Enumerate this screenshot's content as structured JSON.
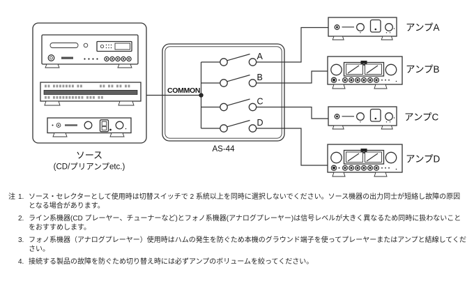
{
  "diagram": {
    "source": {
      "label_line1": "ソース",
      "label_line2": "(CD/プリアンプetc.)"
    },
    "switcher": {
      "name": "AS-44",
      "common_label": "COMMON",
      "channels": [
        {
          "label": "A"
        },
        {
          "label": "B"
        },
        {
          "label": "C"
        },
        {
          "label": "D"
        }
      ]
    },
    "amps": [
      {
        "label": "アンプA"
      },
      {
        "label": "アンプB"
      },
      {
        "label": "アンプC"
      },
      {
        "label": "アンプD"
      }
    ]
  },
  "notes": {
    "prefix": "注",
    "items": [
      {
        "number": "1.",
        "text": "ソース・セレクターとして使用時は切替スイッチで 2 系統以上を同時に選択しないでください。ソース機器の出力同士が短絡し故障の原因となる場合があります。"
      },
      {
        "number": "2.",
        "text": "ライン系機器(CD プレーヤー、チューナーなど)とフォノ系機器(アナログプレーヤー)は信号レベルが大きく異なるため同時に扱わないことをおすすめします。"
      },
      {
        "number": "3.",
        "text": "フォノ系機器（アナログプレーヤー）使用時はハムの発生を防ぐため本機のグラウンド端子を使ってプレーヤーまたはアンプと結線してください。"
      },
      {
        "number": "4.",
        "text": "接続する製品の故障を防ぐため切り替え時には必ずアンプのボリュームを絞ってください。"
      }
    ]
  },
  "colors": {
    "line": "#333333",
    "text": "#1a1a1a",
    "panel_strip": "#5f5f5f"
  }
}
